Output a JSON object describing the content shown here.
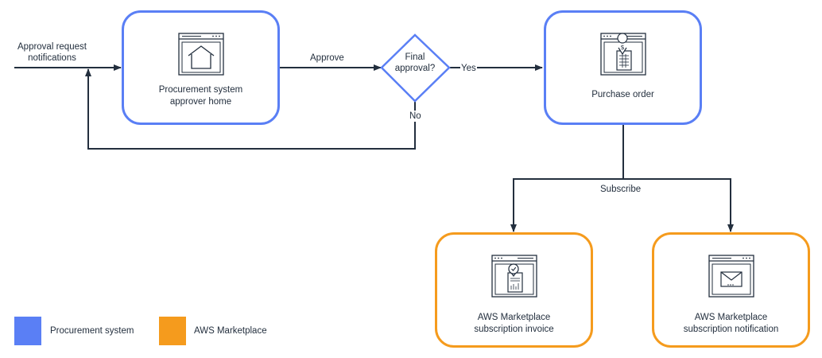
{
  "colors": {
    "procurement": "#5a7ff5",
    "marketplace": "#f59b1d",
    "edge": "#232f3e"
  },
  "nodes": {
    "approver_home": {
      "label": "Procurement system\napprover home",
      "icon": "house-window-icon"
    },
    "decision": {
      "label": "Final\napproval?"
    },
    "purchase_order": {
      "label": "Purchase order",
      "icon": "document-dollar-icon"
    },
    "invoice": {
      "label": "AWS Marketplace\nsubscription invoice",
      "icon": "invoice-icon"
    },
    "notification": {
      "label": "AWS Marketplace\nsubscription notification",
      "icon": "envelope-window-icon"
    }
  },
  "edge_labels": {
    "incoming": "Approval request\nnotifications",
    "approve": "Approve",
    "yes": "Yes",
    "no": "No",
    "subscribe": "Subscribe"
  },
  "legend": [
    {
      "label": "Procurement system",
      "color": "#5a7ff5"
    },
    {
      "label": "AWS Marketplace",
      "color": "#f59b1d"
    }
  ]
}
